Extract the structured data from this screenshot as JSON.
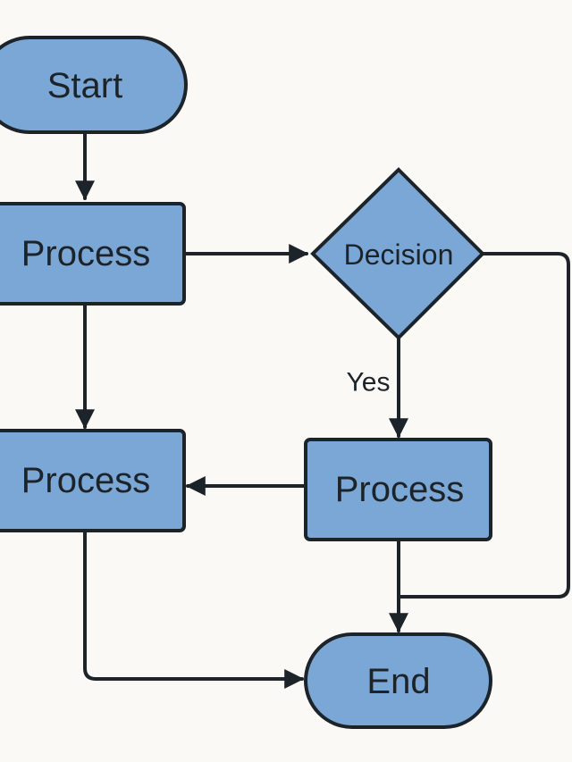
{
  "colors": {
    "background": "#fbf9f6",
    "node_fill": "#7aa7d6",
    "stroke": "#1c2329",
    "text": "#1c2329"
  },
  "nodes": {
    "start": "Start",
    "process_1": "Process",
    "decision": "Decision",
    "process_2": "Process",
    "process_3": "Process",
    "end": "End"
  },
  "edge_labels": {
    "decision_yes": "Yes"
  }
}
